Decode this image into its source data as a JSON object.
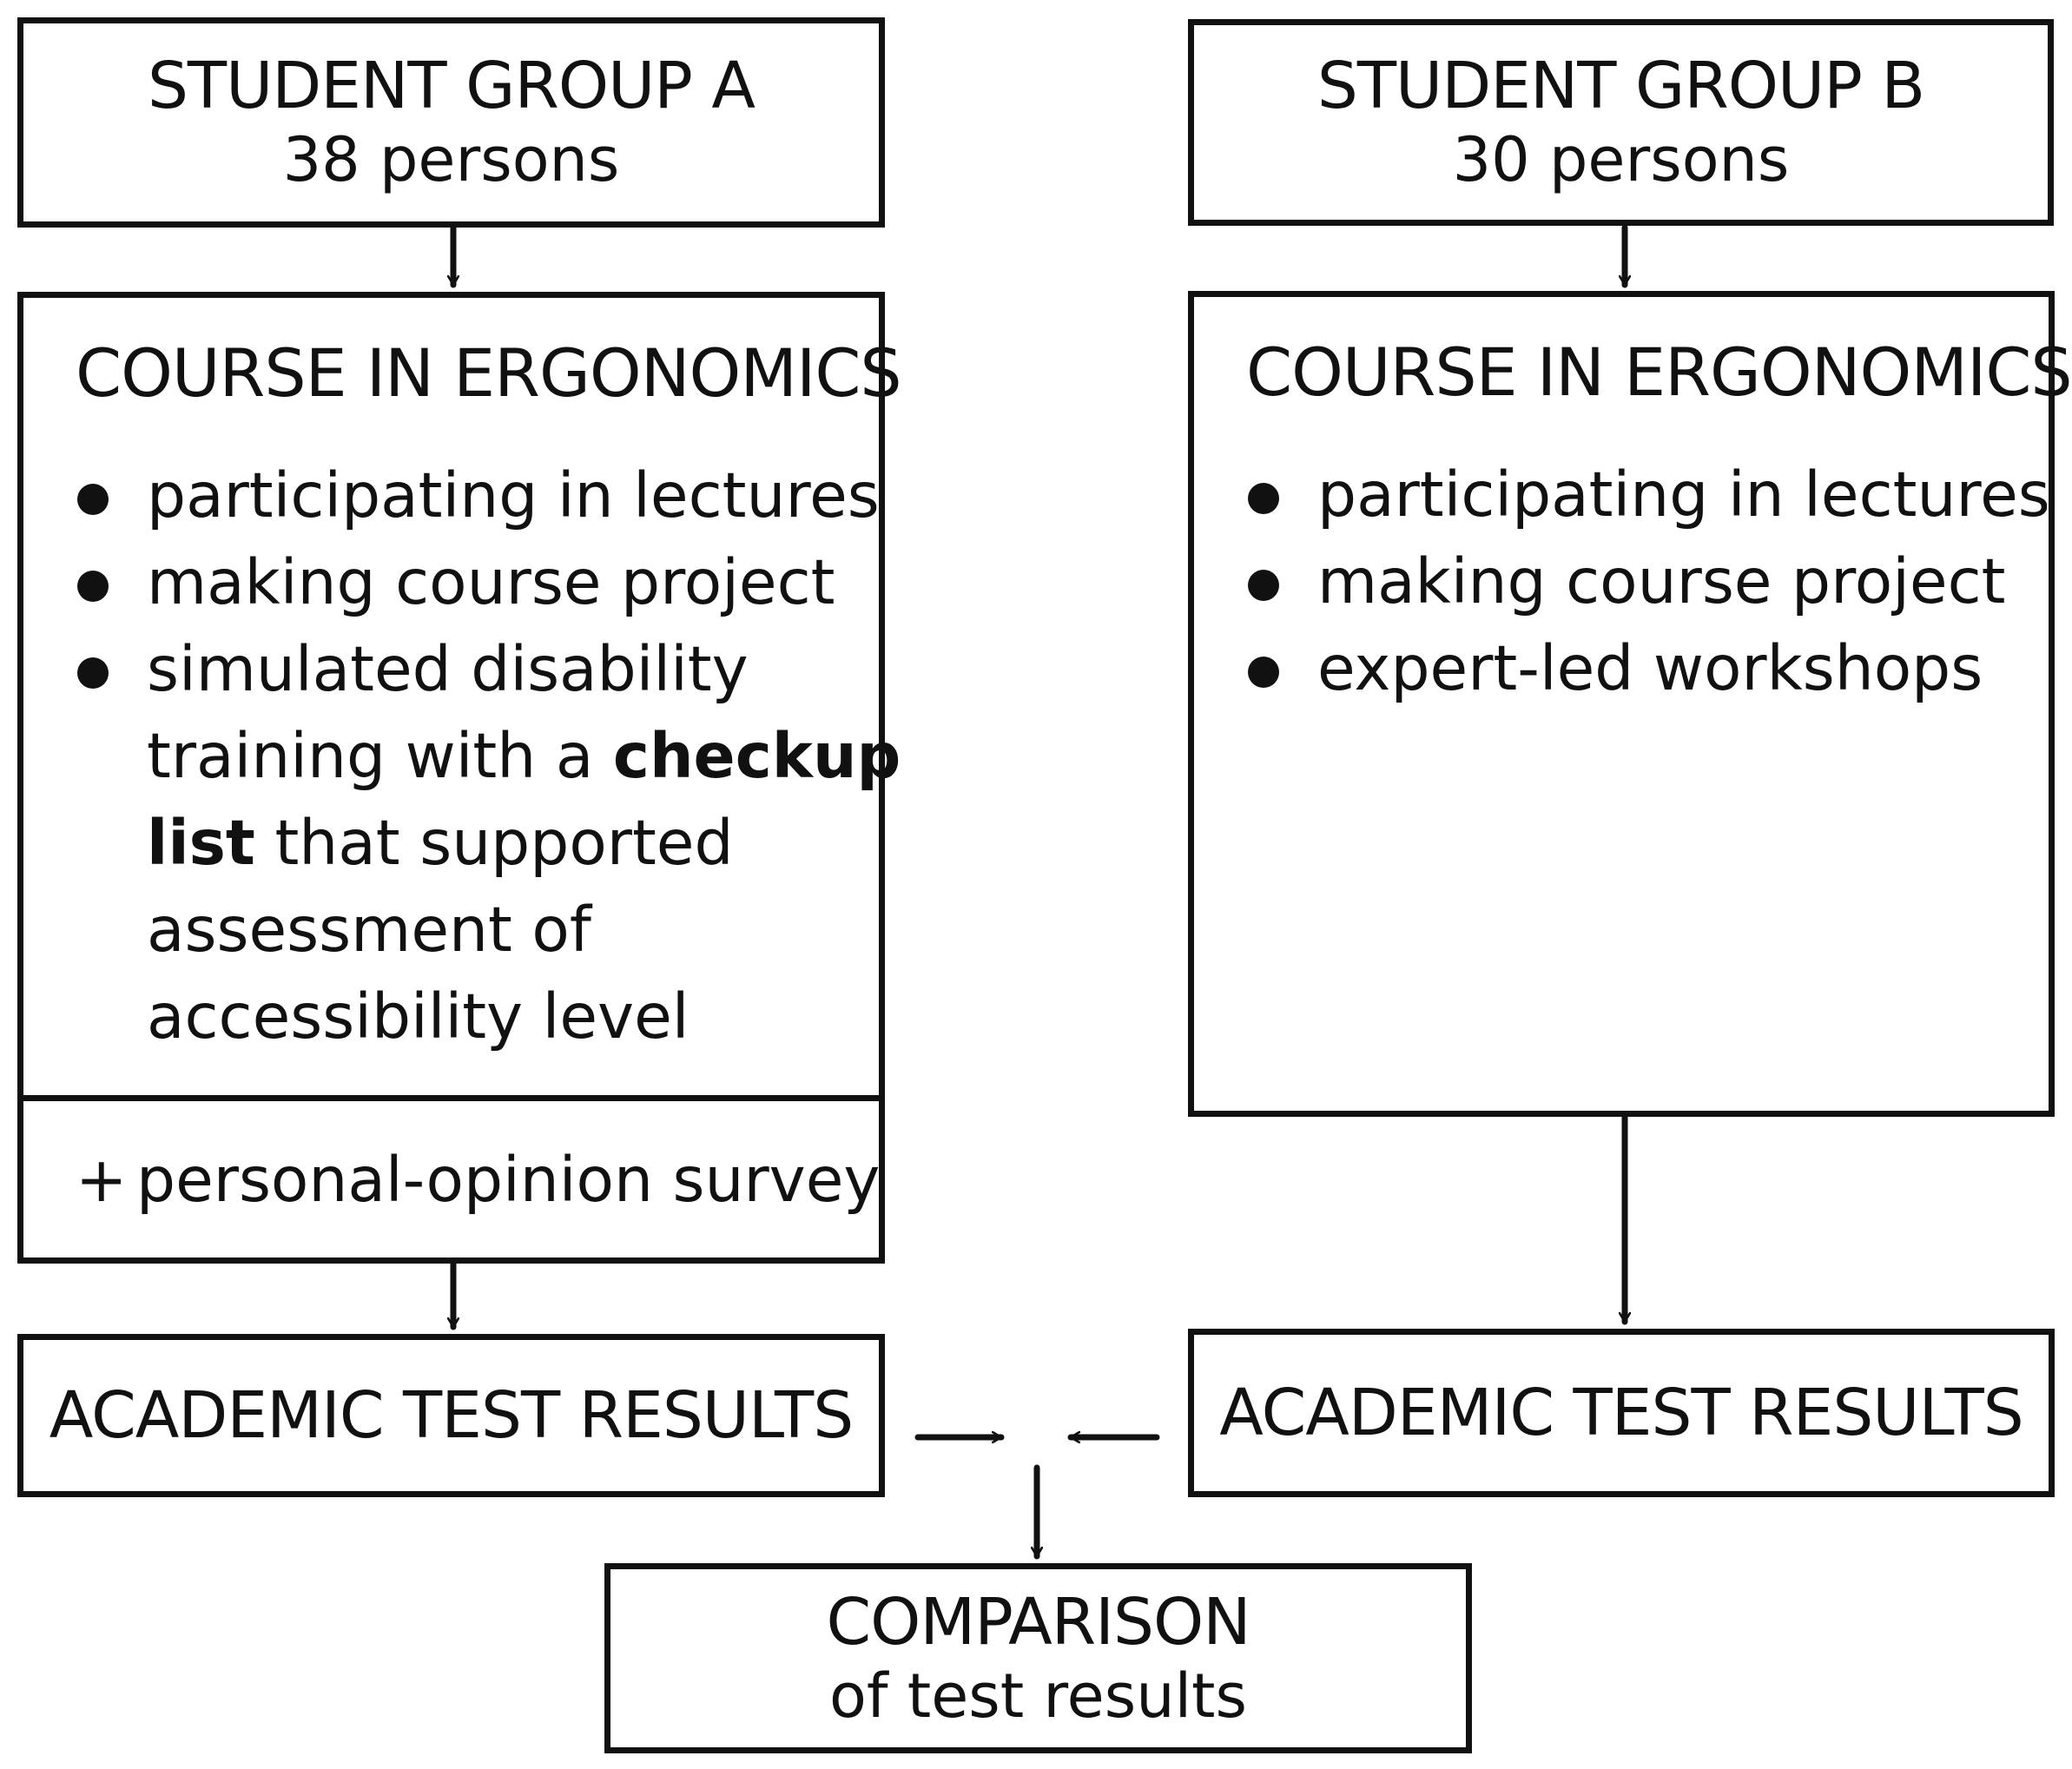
{
  "group_a": {
    "title": "STUDENT GROUP A",
    "count": "38 persons",
    "course": {
      "title": "COURSE IN ERGONOMICS",
      "items": [
        "participating in lectures",
        "making course project"
      ],
      "item3": {
        "line1": "simulated disability",
        "line2_prefix": "training with a ",
        "line2_bold": "checkup",
        "line3_bold": "list",
        "line3_suffix": " that supported",
        "line4": "assessment of",
        "line5": "accessibility level"
      }
    },
    "survey": {
      "plus": "+",
      "label": "personal-opinion survey"
    },
    "results": "ACADEMIC TEST RESULTS"
  },
  "group_b": {
    "title": "STUDENT GROUP B",
    "count": "30 persons",
    "course": {
      "title": "COURSE IN ERGONOMICS",
      "items": [
        "participating in lectures",
        "making course project",
        "expert-led workshops"
      ]
    },
    "results": "ACADEMIC TEST RESULTS"
  },
  "comparison": {
    "title": "COMPARISON",
    "subtitle": "of test results"
  }
}
